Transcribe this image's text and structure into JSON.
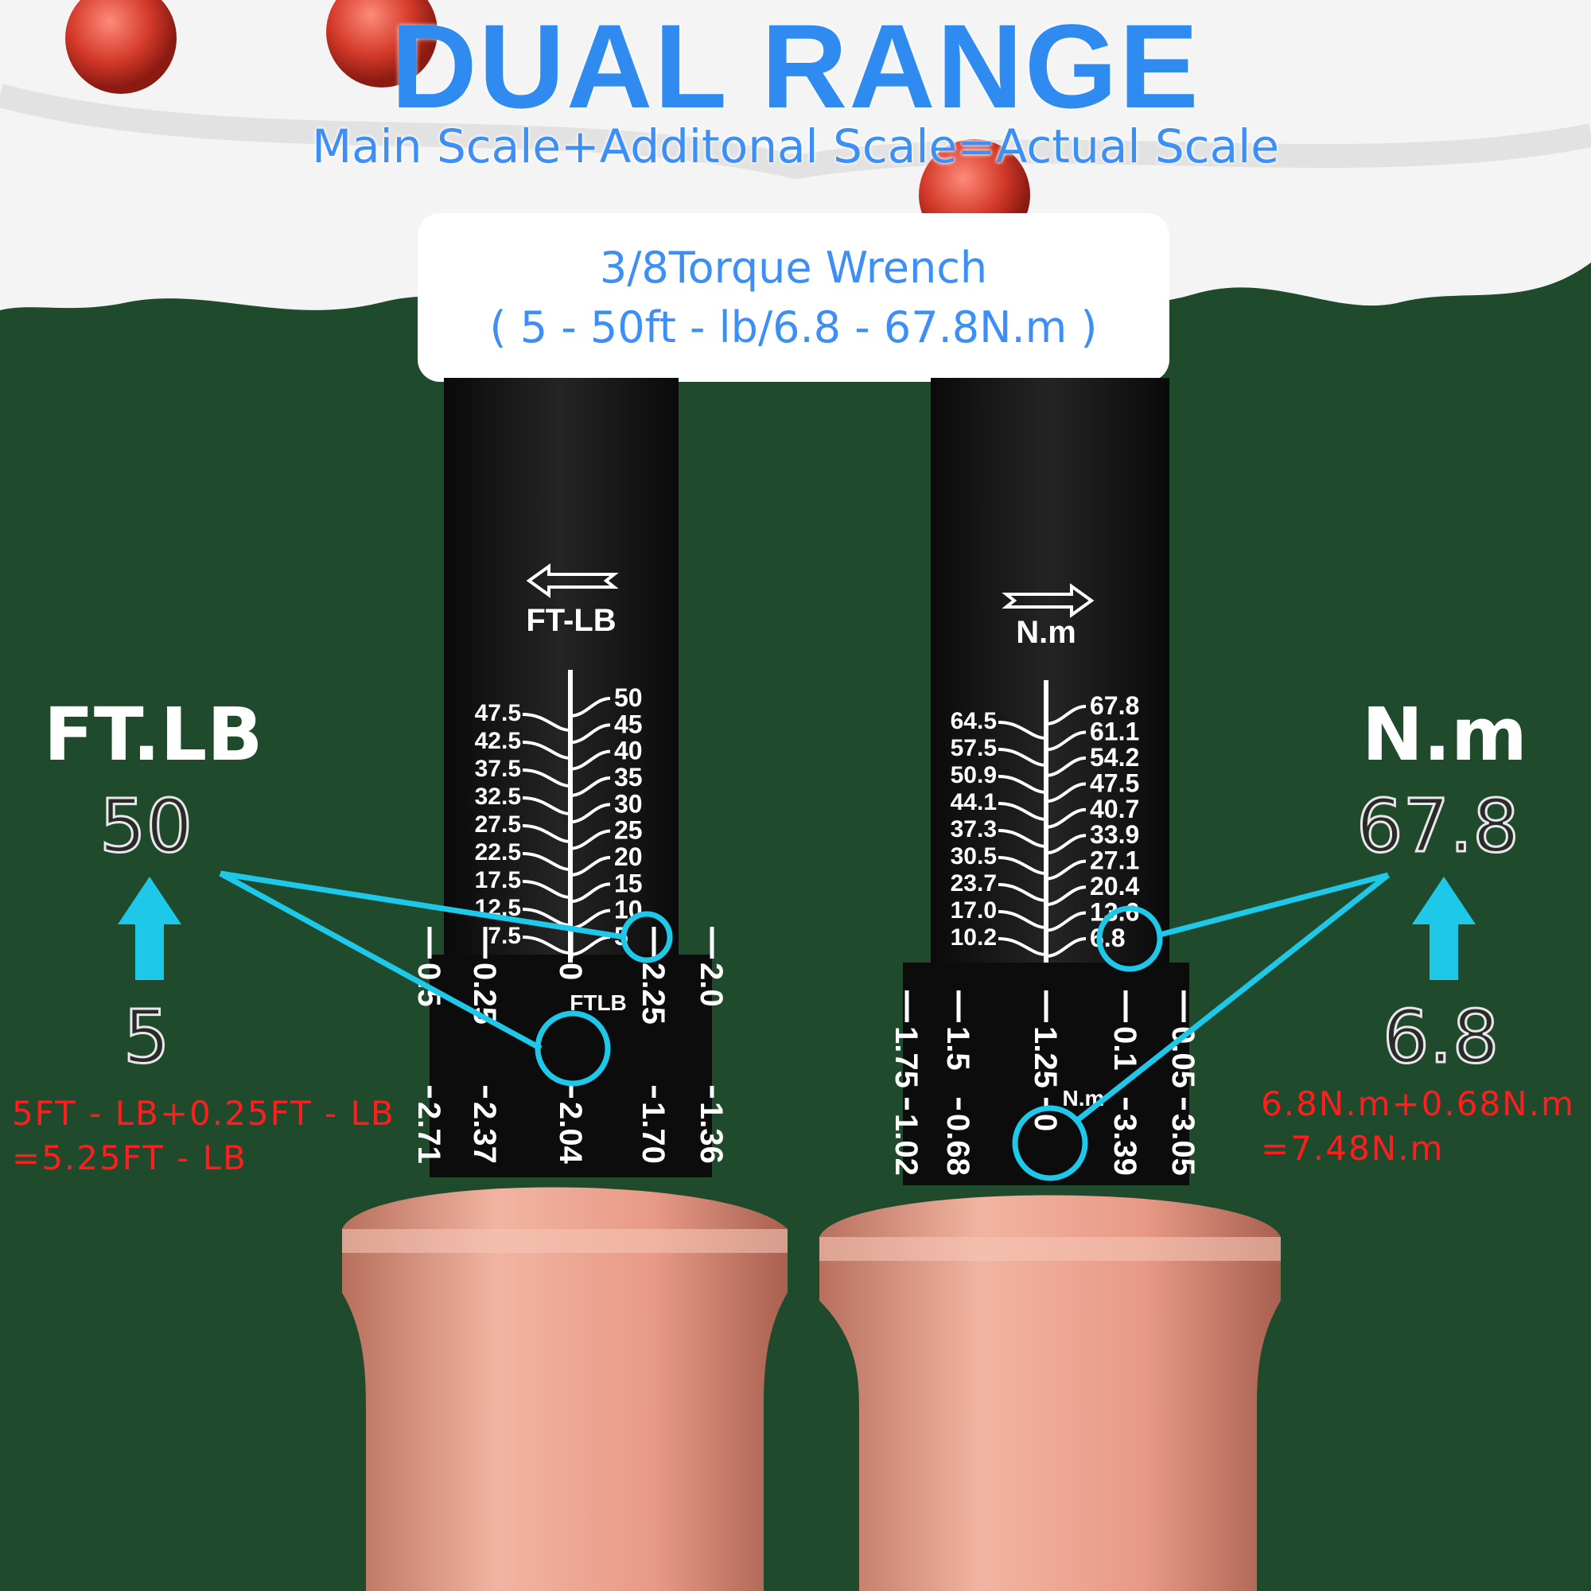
{
  "header": {
    "title": "DUAL RANGE",
    "subtitle": "Main Scale+Additonal Scale=Actual Scale"
  },
  "spec": {
    "line1": "3/8Torque Wrench",
    "line2": "( 5 - 50ft - lb/6.8 - 67.8N.m )"
  },
  "left": {
    "unit": "FT.LB",
    "max": "50",
    "min": "5",
    "formula1": "5FT - LB+0.25FT - LB",
    "formula2": "=5.25FT - LB",
    "shaft_unit": "FT-LB",
    "collar_unit": "FTLB",
    "collar_zero": "0",
    "scale_left": [
      "47.5",
      "42.5",
      "37.5",
      "32.5",
      "27.5",
      "22.5",
      "17.5",
      "12.5",
      "7.5"
    ],
    "scale_right": [
      "50",
      "45",
      "40",
      "35",
      "30",
      "25",
      "20",
      "15",
      "10",
      "5"
    ],
    "collar_top": [
      "0.5",
      "0.25",
      "0",
      "2.25",
      "2.0"
    ],
    "collar_bottom": [
      "2.71",
      "2.37",
      "2.04",
      "1.70",
      "1.36"
    ]
  },
  "right": {
    "unit": "N.m",
    "max": "67.8",
    "min": "6.8",
    "formula1": "6.8N.m+0.68N.m",
    "formula2": "=7.48N.m",
    "shaft_unit": "N.m",
    "collar_unit": "N.m",
    "collar_zero": "0",
    "scale_left": [
      "64.5",
      "57.5",
      "50.9",
      "44.1",
      "37.3",
      "30.5",
      "23.7",
      "17.0",
      "10.2"
    ],
    "scale_right": [
      "67.8",
      "61.1",
      "54.2",
      "47.5",
      "40.7",
      "33.9",
      "27.1",
      "20.4",
      "13.6",
      "6.8"
    ],
    "collar_top": [
      "1.75",
      "1.5",
      "1.25",
      "0.1",
      "0.05"
    ],
    "collar_bottom": [
      "1.02",
      "0.68",
      "0",
      "3.39",
      "3.05"
    ]
  },
  "colors": {
    "background": "#1f4a2c",
    "title": "#2f8bf0",
    "highlight": "#1ec8e8",
    "formula": "#ff1e1e",
    "copper": "#e8a08c"
  }
}
